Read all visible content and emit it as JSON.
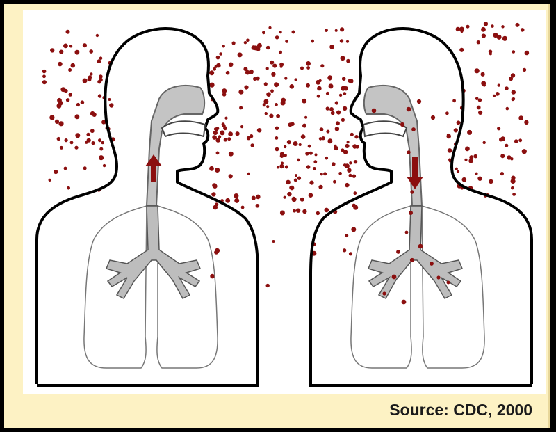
{
  "caption": "Source: CDC, 2000",
  "colors": {
    "frame_background": "#fdf2c4",
    "outer_border": "#000000",
    "droplet": "#8b0f0f",
    "airway": "#bdbdbd",
    "outline": "#000000"
  },
  "figures": [
    {
      "name": "exhaling-person",
      "arrow_direction": "up"
    },
    {
      "name": "inhaling-person",
      "arrow_direction": "down"
    }
  ],
  "icons": [
    "droplet-particle",
    "airway-arrow"
  ]
}
